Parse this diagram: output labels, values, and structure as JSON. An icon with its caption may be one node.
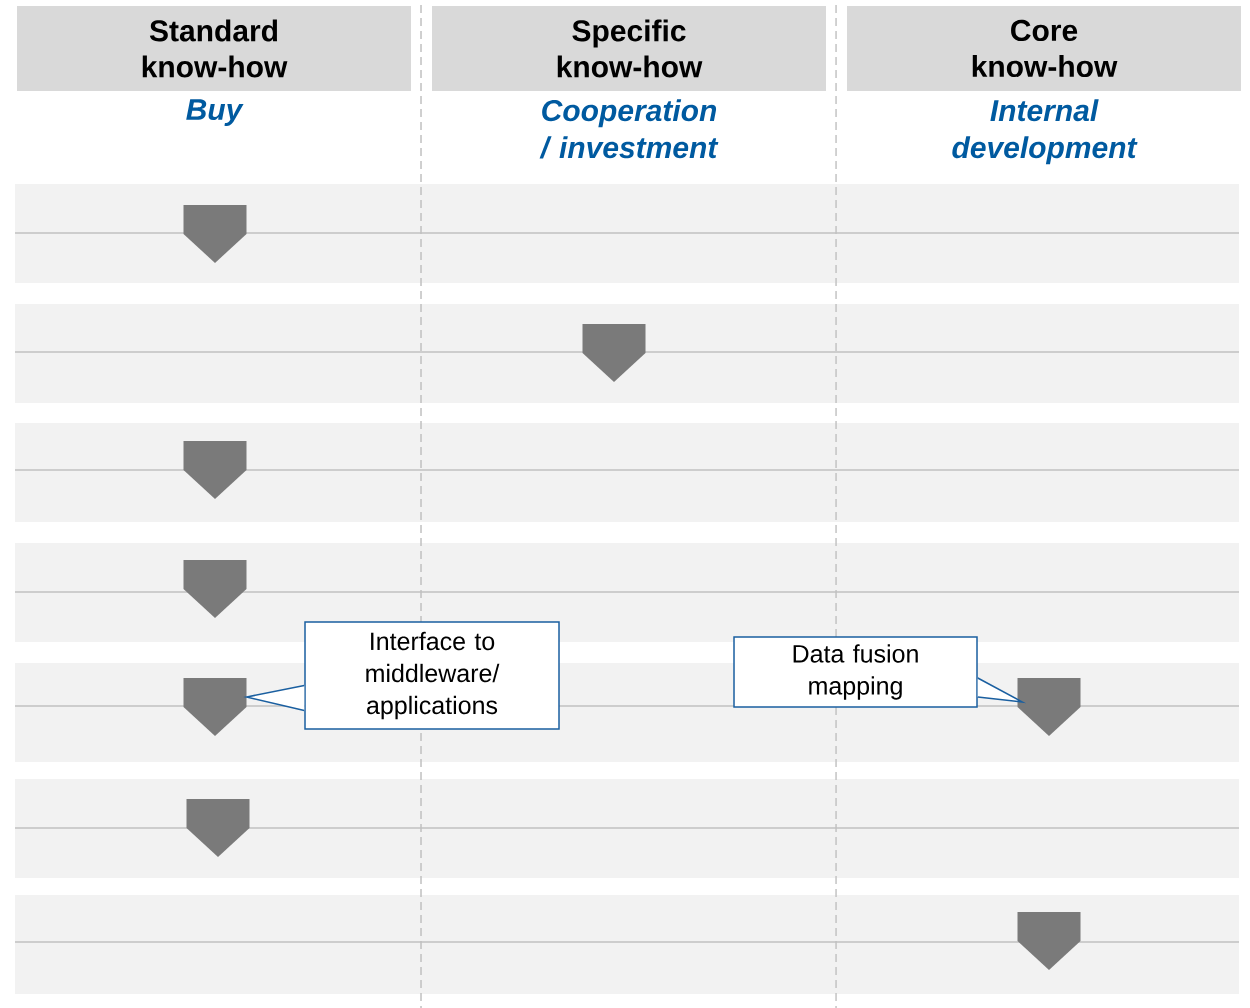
{
  "diagram": {
    "nodes": [
      {
        "text": [
          "Standard know-how",
          "Buy"
        ]
      },
      {
        "text": [
          "Specific know-how",
          "Cooperation / investment"
        ]
      },
      {
        "text": [
          "Core know-how",
          "Internal development"
        ]
      },
      {
        "text": [],
        "shape": "pentagon"
      },
      {
        "text": [],
        "shape": "pentagon"
      },
      {
        "text": [],
        "shape": "pentagon"
      },
      {
        "text": [],
        "shape": "pentagon"
      },
      {
        "text": [],
        "shape": "pentagon"
      },
      {
        "text": [],
        "shape": "pentagon"
      },
      {
        "text": [],
        "shape": "pentagon"
      },
      {
        "text": [],
        "shape": "pentagon"
      },
      {
        "text": [
          "Interface to middleware/ applications"
        ]
      },
      {
        "text": [
          "Data fusion mapping"
        ]
      }
    ],
    "edges": [
      {
        "from": 11,
        "to": 7,
        "arrow": "none"
      },
      {
        "from": 12,
        "to": 8,
        "arrow": "none"
      }
    ]
  }
}
